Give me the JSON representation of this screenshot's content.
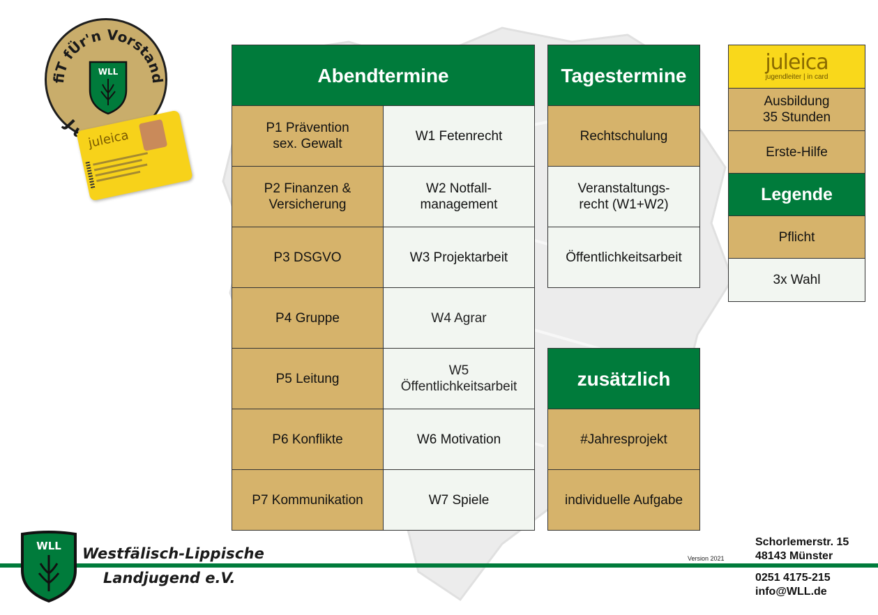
{
  "badge": {
    "top_text": "fiT fÜr'n Vorstand",
    "bottom_text": "JuLeiCa",
    "shield_letters": "WLL"
  },
  "juleica": {
    "brand": "juleica",
    "subtitle": "jugendleiter | in card"
  },
  "abend": {
    "header": "Abendtermine",
    "rows": [
      {
        "p": "P1 Prävention\nsex. Gewalt",
        "w": "W1 Fetenrecht"
      },
      {
        "p": "P2 Finanzen &\nVersicherung",
        "w": "W2 Notfall-\nmanagement"
      },
      {
        "p": "P3 DSGVO",
        "w": "W3 Projektarbeit"
      },
      {
        "p": "P4 Gruppe",
        "w": "W4 Agrar"
      },
      {
        "p": "P5 Leitung",
        "w": "W5\nÖffentlichkeitsarbeit"
      },
      {
        "p": "P6 Konflikte",
        "w": "W6 Motivation"
      },
      {
        "p": "P7 Kommunikation",
        "w": "W7 Spiele"
      }
    ]
  },
  "tages": {
    "header": "Tagestermine",
    "rows": [
      "Rechtschulung",
      "Veranstaltungs-\nrecht (W1+W2)",
      "Öffentlichkeitsarbeit"
    ]
  },
  "zusaetzlich": {
    "header": "zusätzlich",
    "rows": [
      "#Jahresprojekt",
      "individuelle Aufgabe"
    ]
  },
  "right": {
    "ausbildung": "Ausbildung\n35 Stunden",
    "erste_hilfe": "Erste-Hilfe",
    "legende": "Legende",
    "pflicht": "Pflicht",
    "wahl": "3x Wahl"
  },
  "footer": {
    "org_line1": "Westfälisch-Lippische",
    "org_line2": "Landjugend e.V.",
    "version": "Version 2021",
    "street": "Schorlemerstr. 15",
    "city": "48143 Münster",
    "phone": "0251 4175-215",
    "email": "info@WLL.de"
  },
  "colors": {
    "green": "#007b3b",
    "gold": "#d6b36b",
    "pale": "#f2f6f1",
    "juleica_yellow": "#f9d81b"
  }
}
